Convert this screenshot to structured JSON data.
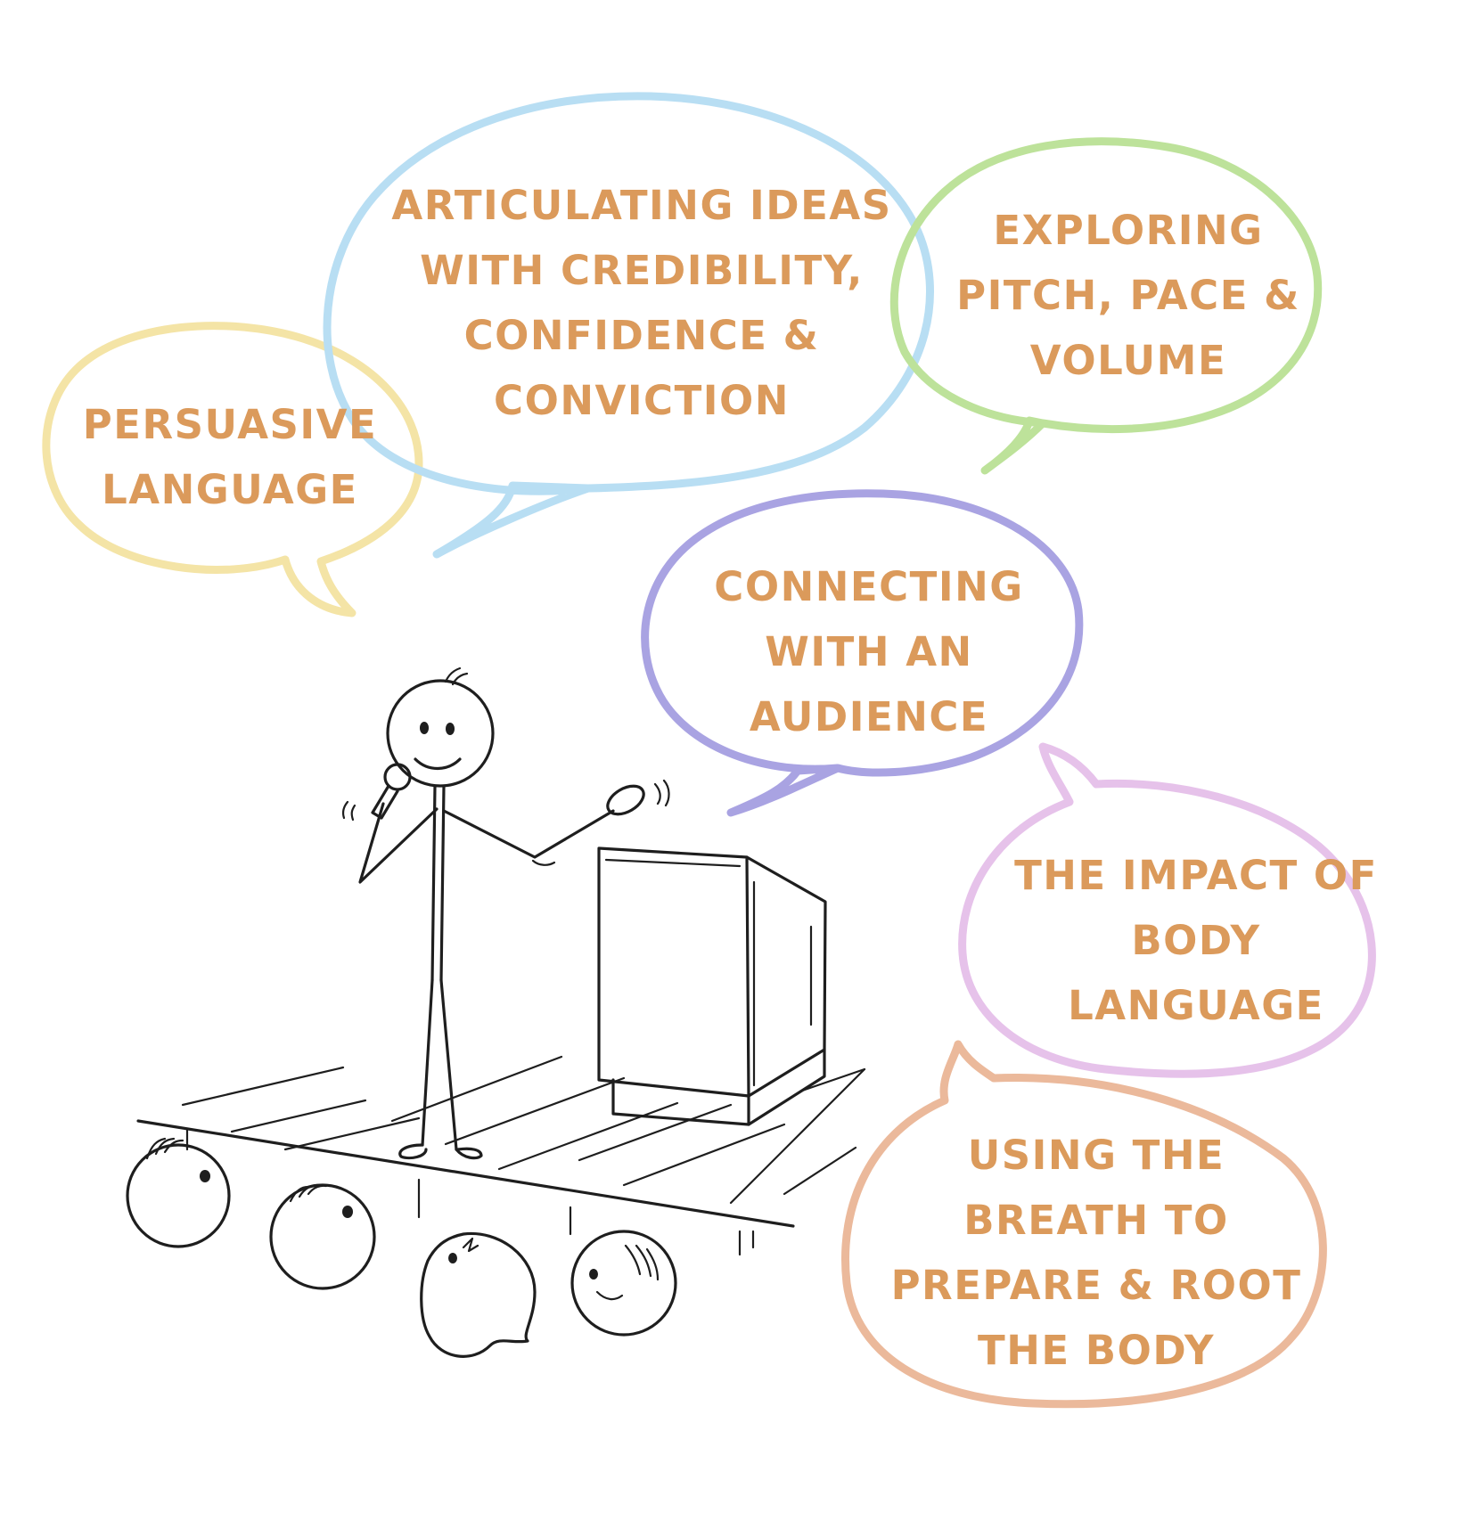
{
  "colors": {
    "text": "#DB9A5B",
    "ink": "#1e1e1e"
  },
  "bubbles": [
    {
      "id": "persuasive",
      "color": "#F4E4A6",
      "lines": [
        "PERSUASIVE",
        "LANGUAGE"
      ]
    },
    {
      "id": "articulating",
      "color": "#B8DEF3",
      "lines": [
        "ARTICULATING IDEAS",
        "WITH CREDIBILITY,",
        "CONFIDENCE &",
        "CONVICTION"
      ]
    },
    {
      "id": "exploring",
      "color": "#BDE29A",
      "lines": [
        "EXPLORING",
        "PITCH, PACE &",
        "VOLUME"
      ]
    },
    {
      "id": "connecting",
      "color": "#A9A3E2",
      "lines": [
        "CONNECTING",
        "WITH AN",
        "AUDIENCE"
      ]
    },
    {
      "id": "body-language",
      "color": "#E6C2EA",
      "lines": [
        "THE IMPACT OF",
        "BODY",
        "LANGUAGE"
      ]
    },
    {
      "id": "breath",
      "color": "#EBB99B",
      "lines": [
        "USING THE",
        "BREATH TO",
        "PREPARE & ROOT",
        "THE BODY"
      ]
    }
  ],
  "illustration": {
    "figure": "stick-figure-speaker-icon",
    "props": [
      "microphone-icon",
      "podium-icon",
      "stage-icon"
    ],
    "audience_count": 4
  }
}
